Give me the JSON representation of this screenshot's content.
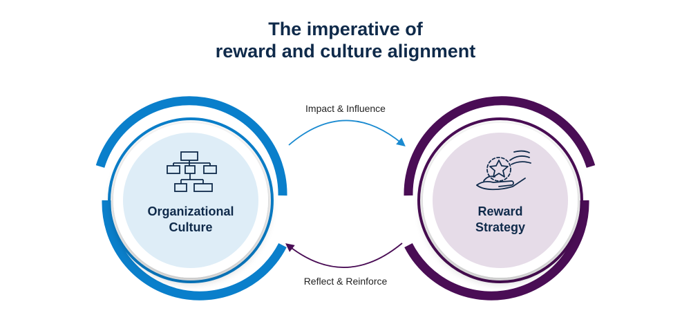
{
  "title": {
    "line1": "The imperative of",
    "line2": "reward and culture alignment"
  },
  "nodes": {
    "culture": {
      "label_line1": "Organizational",
      "label_line2": "Culture",
      "icon": "org-chart-icon"
    },
    "reward": {
      "label_line1": "Reward",
      "label_line2": "Strategy",
      "icon": "hand-star-icon"
    }
  },
  "arrows": {
    "top_label": "Impact & Influence",
    "bottom_label": "Reflect & Reinforce"
  },
  "colors": {
    "title": "#0f2a4a",
    "culture_ring": "#0a7fcb",
    "culture_fill": "#deedf7",
    "reward_ring": "#4a0d55",
    "reward_fill": "#e6dce8",
    "top_arrow": "#1a8ad0",
    "bottom_arrow": "#4a0d55"
  }
}
